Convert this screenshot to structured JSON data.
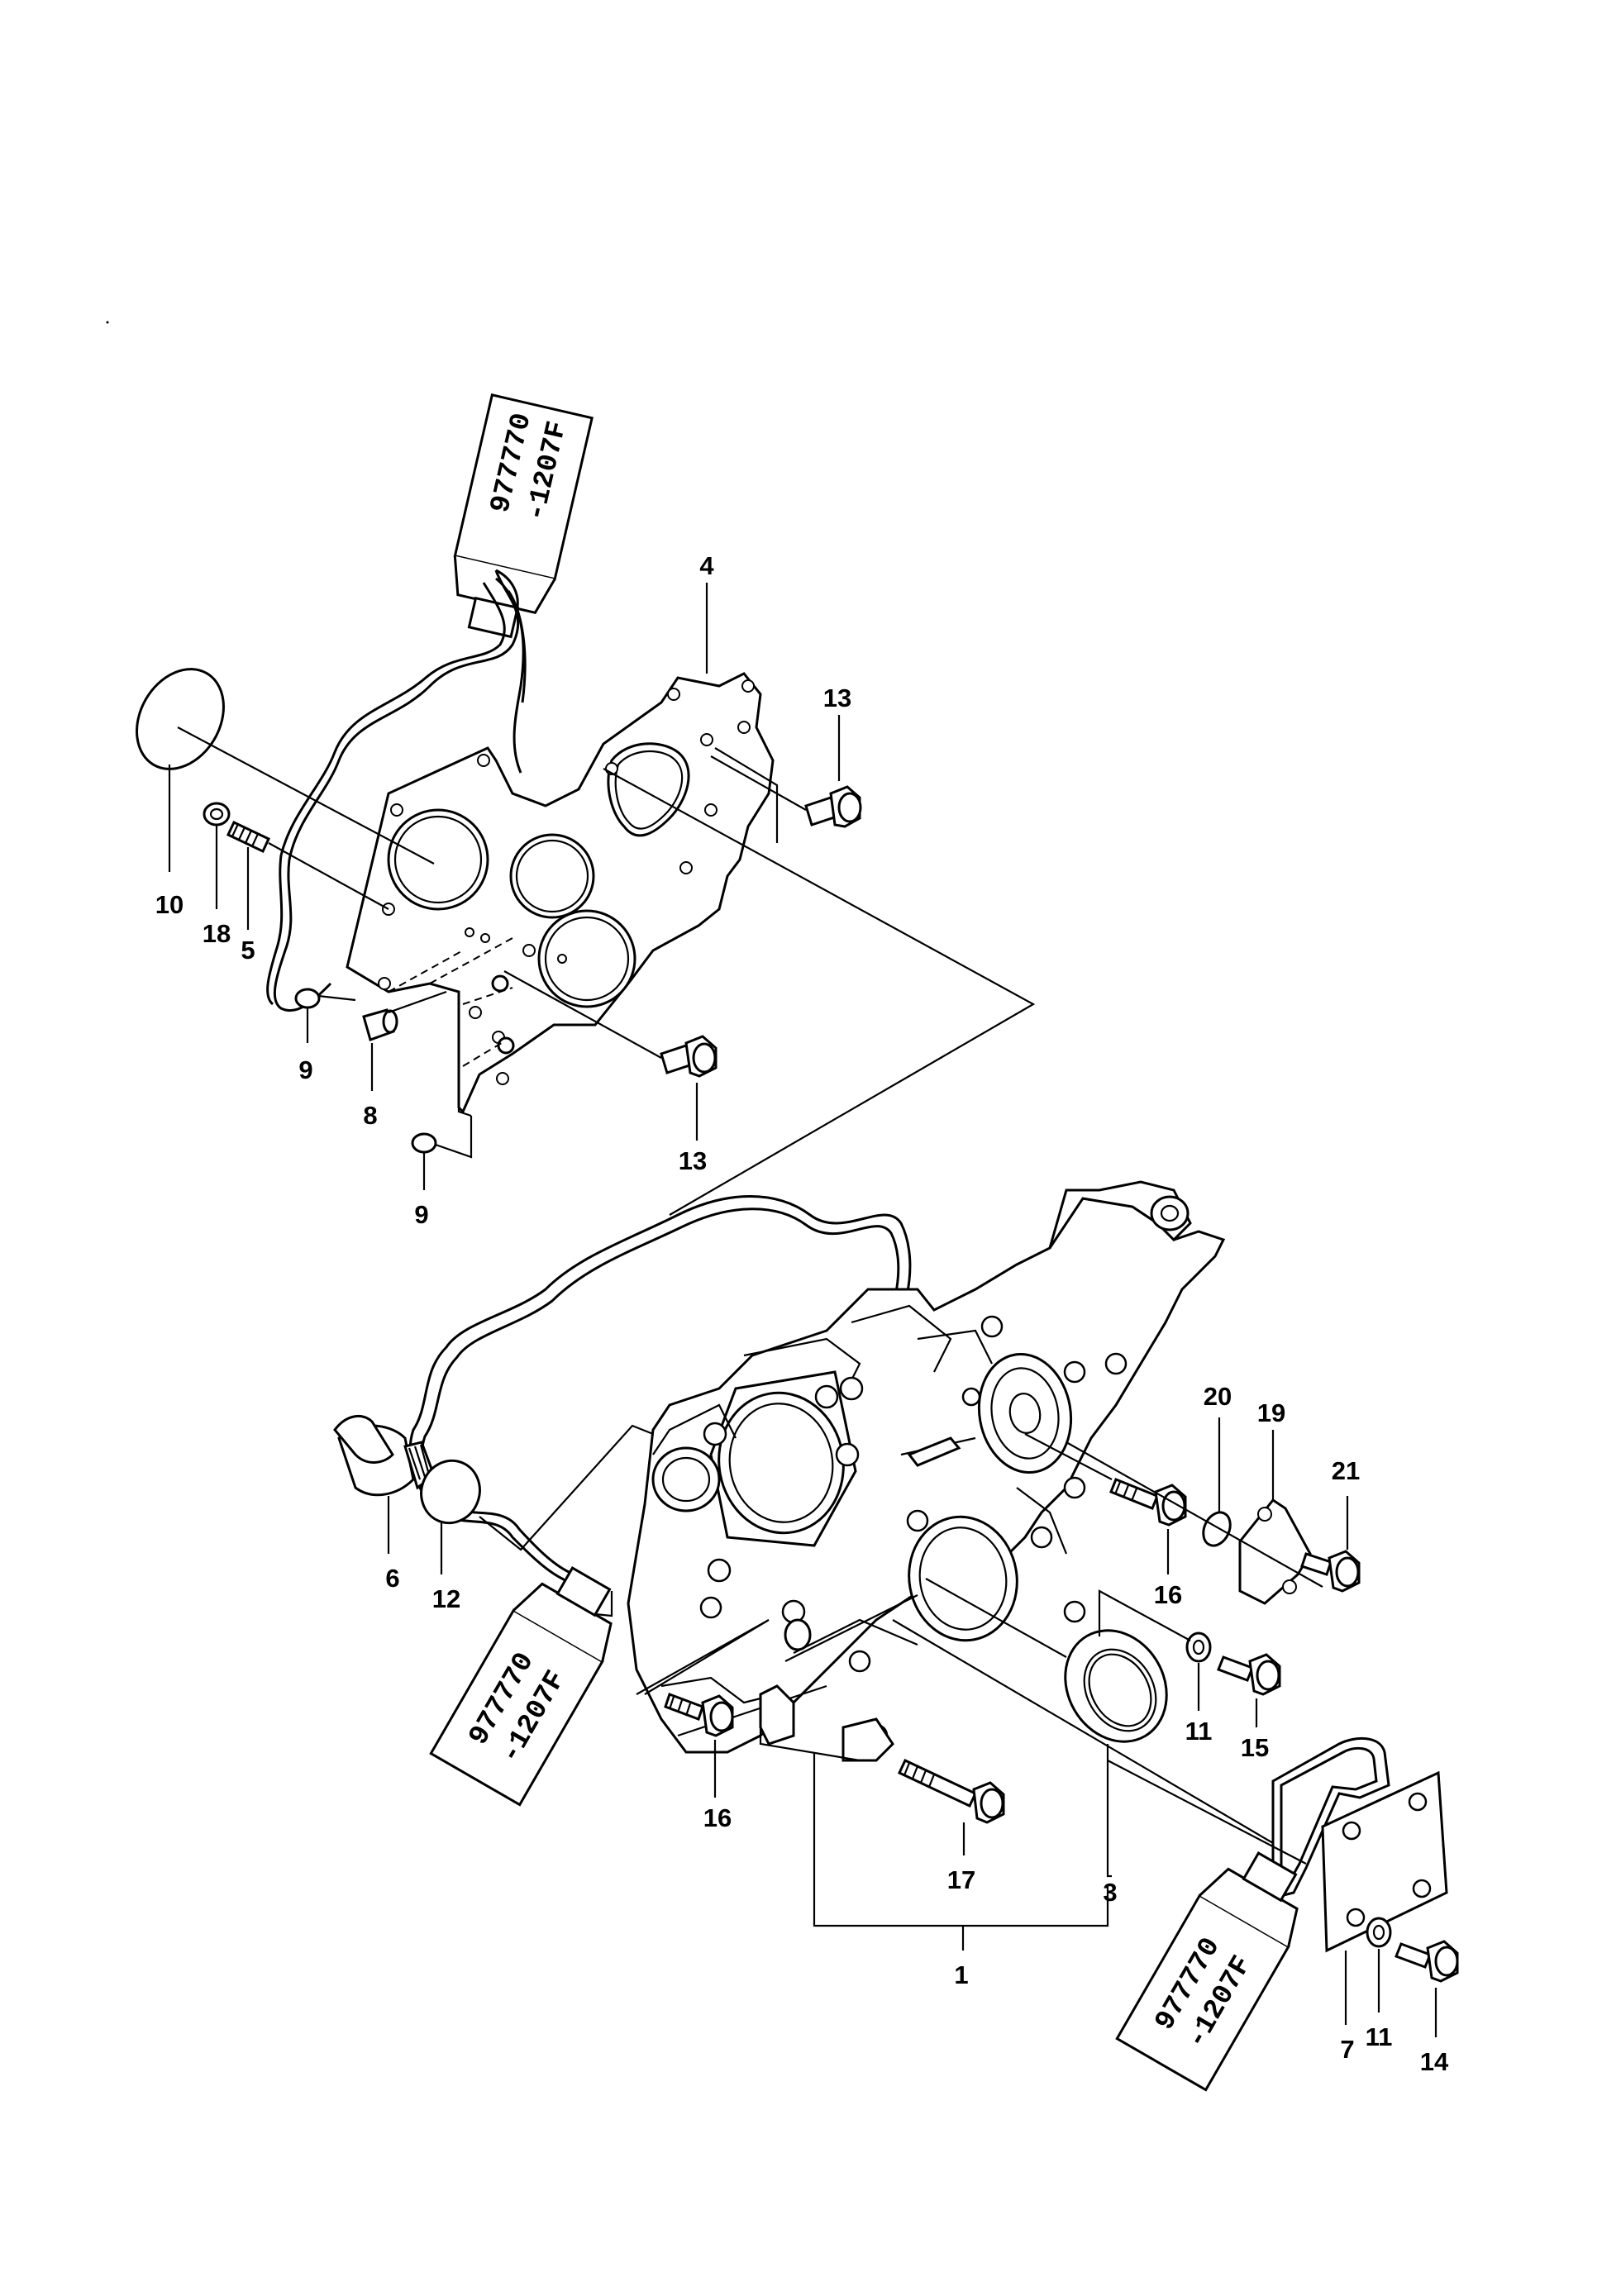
{
  "callouts": {
    "c1": "1",
    "c3": "3",
    "c4": "4",
    "c5": "5",
    "c6": "6",
    "c7": "7",
    "c8": "8",
    "c9a": "9",
    "c9b": "9",
    "c10": "10",
    "c11a": "11",
    "c11b": "11",
    "c12": "12",
    "c13a": "13",
    "c13b": "13",
    "c14": "14",
    "c15": "15",
    "c16a": "16",
    "c16b": "16",
    "c17": "17",
    "c18": "18",
    "c19": "19",
    "c20": "20",
    "c21": "21"
  },
  "sealant": {
    "line1": "977770",
    "line2": "-1207F"
  }
}
